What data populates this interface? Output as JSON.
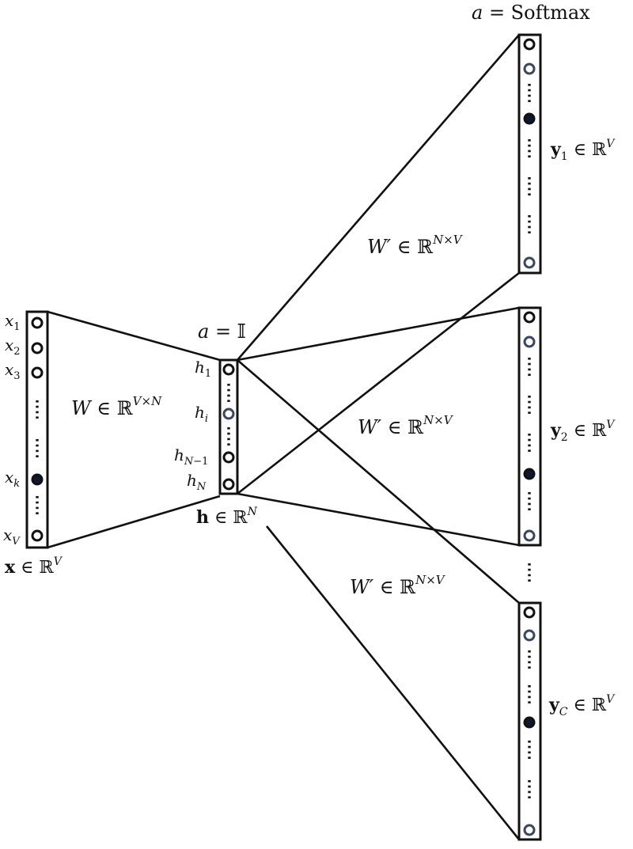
{
  "labels": {
    "input_nodes": [
      "x1",
      "x2",
      "x3",
      "xk",
      "xV"
    ],
    "input_vector": "x ∈ ℝ^V",
    "input_weight": "W ∈ ℝ^{V×N}",
    "hidden_activation": "a = 𝕀",
    "hidden_nodes": [
      "h1",
      "hi",
      "hN−1",
      "hN"
    ],
    "hidden_vector": "h ∈ ℝ^N",
    "output_activation": "a = Softmax",
    "output_weight": "W′ ∈ ℝ^{N×V}",
    "outputs": [
      "y1 ∈ ℝ^V",
      "y2 ∈ ℝ^V",
      "yC ∈ ℝ^V"
    ]
  }
}
